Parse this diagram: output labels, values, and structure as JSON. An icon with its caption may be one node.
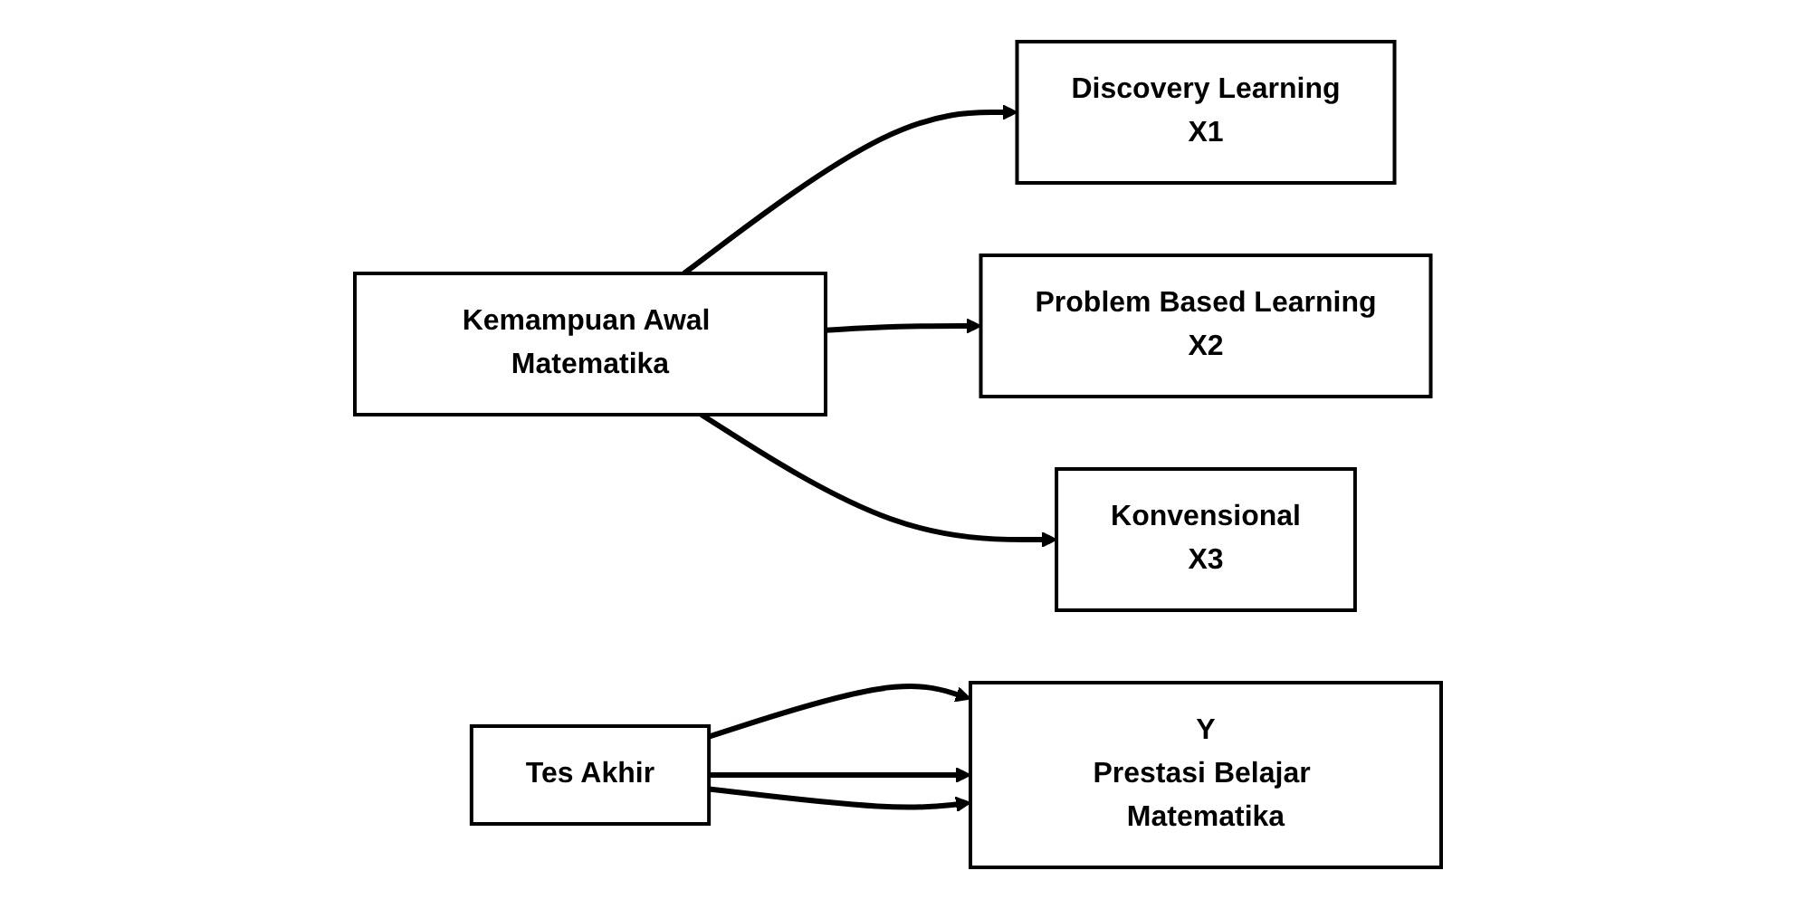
{
  "diagram": {
    "nodes": [
      {
        "text": [
          "Kemampuan Awal Matematika"
        ]
      },
      {
        "text": [
          "Discovery Learning",
          "X1"
        ]
      },
      {
        "text": [
          "Problem Based Learning",
          "X2"
        ]
      },
      {
        "text": [
          "Konvensional",
          "X3"
        ]
      },
      {
        "text": [
          "Tes Akhir"
        ]
      },
      {
        "text": [
          "Y",
          "Prestasi Belajar Matematika"
        ]
      }
    ],
    "edges": [
      {
        "from": 0,
        "to": 1,
        "arrow": "to"
      },
      {
        "from": 0,
        "to": 2,
        "arrow": "to"
      },
      {
        "from": 0,
        "to": 3,
        "arrow": "to"
      },
      {
        "from": 4,
        "to": 5,
        "arrow": "to"
      },
      {
        "from": 4,
        "to": 5,
        "arrow": "to"
      },
      {
        "from": 4,
        "to": 5,
        "arrow": "to"
      }
    ]
  }
}
